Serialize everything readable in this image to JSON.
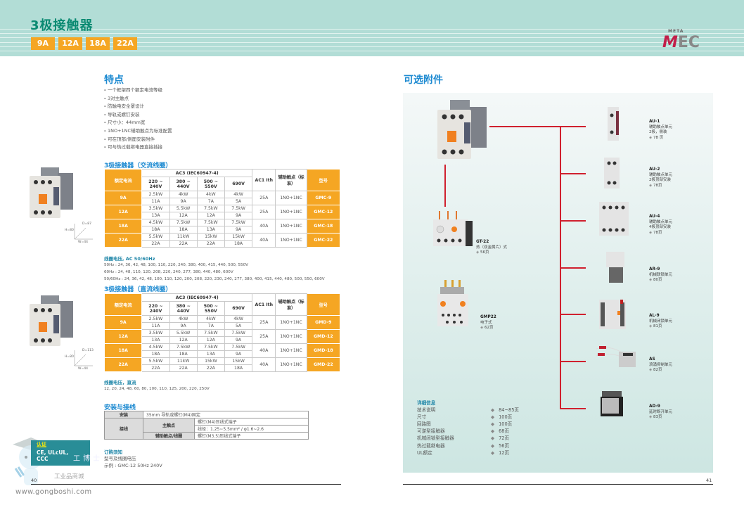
{
  "header": {
    "title": "3极接触器",
    "ratings": [
      "9A",
      "12A",
      "18A",
      "22A"
    ],
    "logo": {
      "top": "META",
      "mark_m": "M",
      "mark_ec": "EC"
    }
  },
  "features": {
    "heading": "特点",
    "items": [
      "一个框架四个额定电流等级",
      "3对主触点",
      "防触电安全罩设计",
      "导轨或螺钉安装",
      "尺寸小：44mm宽",
      "1NO+1NC辅助触点为标准配置",
      "可在顶部/侧面安装附件",
      "可与热过载继电器直接插接"
    ]
  },
  "ac_table": {
    "title": "3极接触器（交流线圈）",
    "headers": {
      "rated_current": "额定电流",
      "ac3": "AC3 (IEC60947-4)",
      "v1": "220 ~ 240V",
      "v2": "380 ~ 440V",
      "v3": "500 ~ 550V",
      "v4": "690V",
      "ac1": "AC1 Ith",
      "aux": "辅助触点（标准）",
      "model": "型号"
    },
    "rows": [
      {
        "rating": "9A",
        "p1": "2.5kW",
        "i1": "11A",
        "p2": "4kW",
        "i2": "9A",
        "p3": "4kW",
        "i3": "7A",
        "p4": "4kW",
        "i4": "5A",
        "ac1": "25A",
        "aux": "1NO+1NC",
        "model": "GMC-9"
      },
      {
        "rating": "12A",
        "p1": "3.5kW",
        "i1": "13A",
        "p2": "5.5kW",
        "i2": "12A",
        "p3": "7.5kW",
        "i3": "12A",
        "p4": "7.5kW",
        "i4": "9A",
        "ac1": "25A",
        "aux": "1NO+1NC",
        "model": "GMC-12"
      },
      {
        "rating": "18A",
        "p1": "4.5kW",
        "i1": "18A",
        "p2": "7.5kW",
        "i2": "18A",
        "p3": "7.5kW",
        "i3": "13A",
        "p4": "7.5kW",
        "i4": "9A",
        "ac1": "40A",
        "aux": "1NO+1NC",
        "model": "GMC-18"
      },
      {
        "rating": "22A",
        "p1": "5.5kW",
        "i1": "22A",
        "p2": "11kW",
        "i2": "22A",
        "p3": "15kW",
        "i3": "22A",
        "p4": "15kW",
        "i4": "18A",
        "ac1": "40A",
        "aux": "1NO+1NC",
        "model": "GMC-22"
      }
    ],
    "coil_heading": "线圈电压, AC 50/60Hz",
    "coil_lines": [
      "50Hz : 24, 36, 42, 48, 100, 110, 220, 240, 380, 400, 415, 440, 500, 550V",
      "60Hz : 24, 48, 110, 120, 208, 220, 240, 277, 380, 440, 480, 600V",
      "50/60Hz : 24, 36, 42, 48, 100, 110, 120, 200, 208, 220, 230, 240, 277, 380, 400, 415, 440, 480, 500, 550, 600V"
    ],
    "dims": {
      "h": "H=80",
      "d": "D=87",
      "w": "W=44"
    }
  },
  "dc_table": {
    "title": "3极接触器（直流线圈）",
    "rows": [
      {
        "rating": "9A",
        "p1": "2.5kW",
        "i1": "11A",
        "p2": "4kW",
        "i2": "9A",
        "p3": "4kW",
        "i3": "7A",
        "p4": "4kW",
        "i4": "5A",
        "ac1": "25A",
        "aux": "1NO+1NC",
        "model": "GMD-9"
      },
      {
        "rating": "12A",
        "p1": "3.5kW",
        "i1": "13A",
        "p2": "5.5kW",
        "i2": "12A",
        "p3": "7.5kW",
        "i3": "12A",
        "p4": "7.5kW",
        "i4": "9A",
        "ac1": "25A",
        "aux": "1NO+1NC",
        "model": "GMD-12"
      },
      {
        "rating": "18A",
        "p1": "4.5kW",
        "i1": "18A",
        "p2": "7.5kW",
        "i2": "18A",
        "p3": "7.5kW",
        "i3": "13A",
        "p4": "7.5kW",
        "i4": "9A",
        "ac1": "40A",
        "aux": "1NO+1NC",
        "model": "GMD-18"
      },
      {
        "rating": "22A",
        "p1": "5.5kW",
        "i1": "22A",
        "p2": "11kW",
        "i2": "22A",
        "p3": "15kW",
        "i3": "22A",
        "p4": "15kW",
        "i4": "18A",
        "ac1": "40A",
        "aux": "1NO+1NC",
        "model": "GMD-22"
      }
    ],
    "coil_heading": "线圈电压，直流",
    "coil_line": "12, 20, 24, 48, 60, 80, 100, 110, 125, 200, 220, 250V",
    "dims": {
      "h": "H=80",
      "d": "D=113",
      "w": "W=44"
    }
  },
  "wiring": {
    "heading": "安装与接线",
    "mount_label": "安装",
    "mount_value": "35mm 导轨或螺钉(M4)固定",
    "wiring_label": "接线",
    "main_label": "主触点",
    "main_value_1": "螺钉(M4)压线式端子",
    "main_value_2": "线径：1.25~5.5mm² / φ1.6~2.6",
    "aux_label": "辅助触点/线圈",
    "aux_value": "螺钉(M3.5)压线式端子"
  },
  "order": {
    "heading": "订购须知",
    "line1": "型号及线圈电压",
    "line2": "示例 : GMC-12 50Hz  240V"
  },
  "accessories": {
    "heading": "可选附件",
    "overloads": [
      {
        "model": "GT-22",
        "desc": "热（双金属片）式",
        "page": "56页"
      },
      {
        "model": "GMP22",
        "desc": "电子式",
        "page": "62页"
      }
    ],
    "items": [
      {
        "model": "AU-1",
        "desc": "辅助触点单元",
        "desc2": "2极，侧装",
        "page": "78 页"
      },
      {
        "model": "AU-2",
        "desc": "辅助触点单元",
        "desc2": "2极顶部安装",
        "page": "78页"
      },
      {
        "model": "AU-4",
        "desc": "辅助触点单元",
        "desc2": "4极顶部安装",
        "page": "78页"
      },
      {
        "model": "AR-9",
        "desc": "机械联锁单元",
        "desc2": "",
        "page": "80页"
      },
      {
        "model": "AL-9",
        "desc": "机械闭锁单元",
        "desc2": "",
        "page": "81页"
      },
      {
        "model": "AS",
        "desc": "浪涌抑制单元",
        "desc2": "",
        "page": "82页"
      },
      {
        "model": "AD-9",
        "desc": "延时断开单元",
        "desc2": "",
        "page": "83页"
      }
    ]
  },
  "details": {
    "heading": "详细信息",
    "rows": [
      {
        "k": "技术说明",
        "v": "84~85页"
      },
      {
        "k": "尺寸",
        "v": "100页"
      },
      {
        "k": "回路图",
        "v": "100页"
      },
      {
        "k": "可逆型接触器",
        "v": "68页"
      },
      {
        "k": "机械闭锁型接触器",
        "v": "72页"
      },
      {
        "k": "热过载继电器",
        "v": "56页"
      },
      {
        "k": "UL额定",
        "v": "12页"
      }
    ]
  },
  "footer": {
    "left_page": "40",
    "right_page": "41"
  },
  "watermark": {
    "cert_title": "认证",
    "cert_line1": "CE, ULcUL,",
    "cert_line2": "CCC",
    "cn_brand": "工博士",
    "mall": "工业品商城",
    "url": "www.gongboshi.com"
  },
  "colors": {
    "accent_orange": "#f5a623",
    "heading_blue": "#1d8ad1",
    "title_green": "#0b8a72",
    "band_teal": "#b2ddd6",
    "tree_red": "#d0202e",
    "logo_red": "#c21f4a"
  }
}
